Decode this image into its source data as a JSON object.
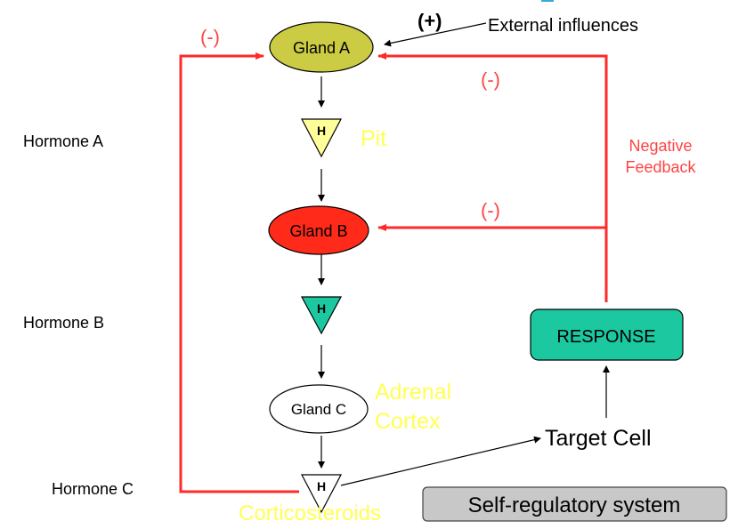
{
  "colors": {
    "gland_a_fill": "#cccc44",
    "gland_b_fill": "#ff2a1a",
    "gland_c_fill": "#ffffff",
    "hormone_a_fill": "#ffff99",
    "hormone_b_fill": "#1bc8a0",
    "hormone_c_fill": "#ffffff",
    "response_fill": "#1bc8a0",
    "feedback_red": "#ff2a2a",
    "label_red": "#ff4444",
    "organ_yellow": "#ffff55",
    "banner_fill": "#c8c8c8"
  },
  "nodes": {
    "gland_a": "Gland A",
    "gland_b": "Gland B",
    "gland_c": "Gland C",
    "hormone_symbol": "H",
    "response": "RESPONSE",
    "target_cell": "Target Cell"
  },
  "side_labels": {
    "hormone_a": "Hormone A",
    "hormone_b": "Hormone B",
    "hormone_c": "Hormone C"
  },
  "organ_labels": {
    "pit": "Pit",
    "adrenal_line1": "Adrenal",
    "adrenal_line2": "Cortex",
    "corticosteroids": "Corticosteroids"
  },
  "annotations": {
    "plus": "(+)",
    "external": "External influences",
    "minus_left": "(-)",
    "minus_top": "(-)",
    "minus_mid": "(-)",
    "negative_line1": "Negative",
    "negative_line2": "Feedback"
  },
  "banner": "Self-regulatory system"
}
